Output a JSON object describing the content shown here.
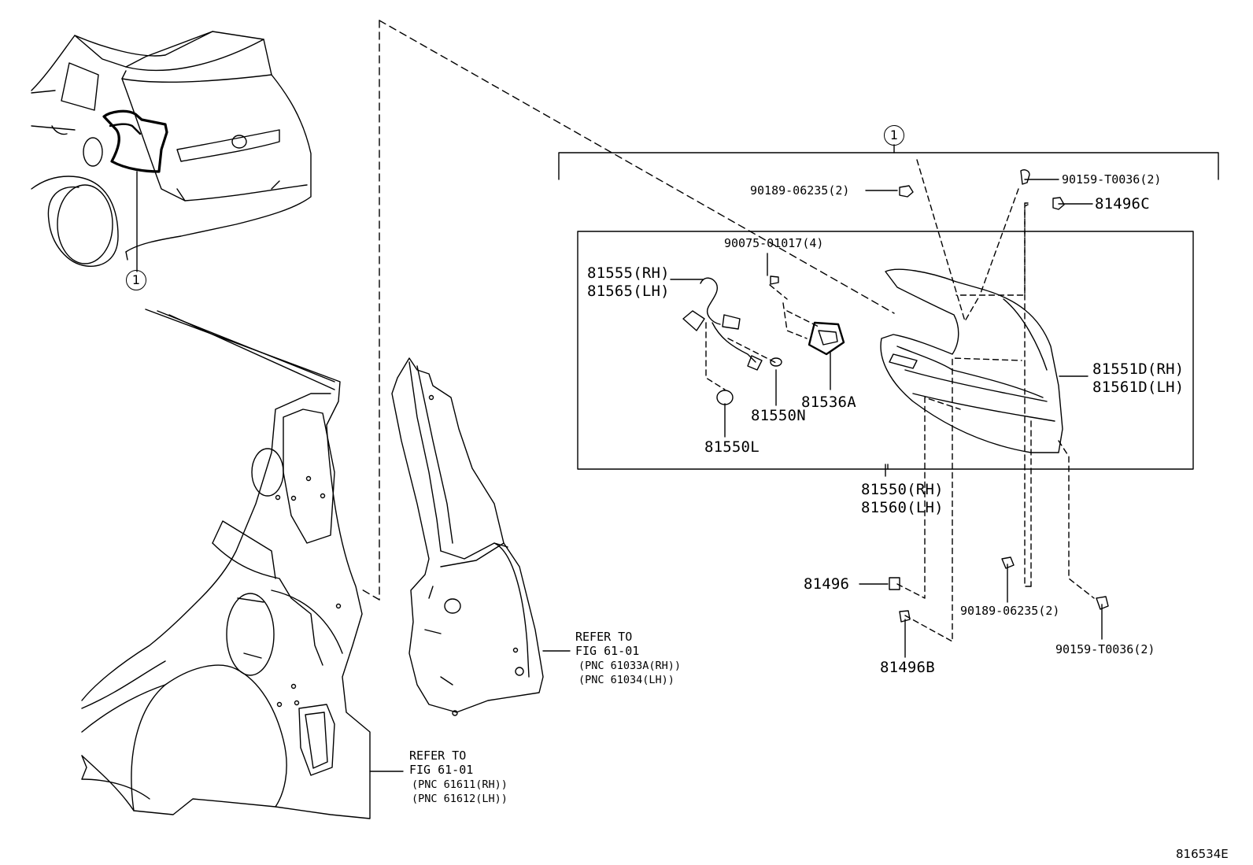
{
  "callout": {
    "ref_1": "1"
  },
  "parts": {
    "p90189_top": "90189-06235(2)",
    "p90159_top": "90159-T0036(2)",
    "p81496C": "81496C",
    "p90075": "90075-01017(4)",
    "p81555": "81555(RH)",
    "p81565": "81565(LH)",
    "p81551D": "81551D(RH)",
    "p81561D": "81561D(LH)",
    "p81550N": "81550N",
    "p81536A": "81536A",
    "p81550L": "81550L",
    "p81550": "81550(RH)",
    "p81560": "81560(LH)",
    "p81496": "81496",
    "p81496B": "81496B",
    "p90189_bot": "90189-06235(2)",
    "p90159_bot": "90159-T0036(2)"
  },
  "refs": {
    "upper": {
      "line1": "REFER TO",
      "line2": "FIG 61-01",
      "pnc1": "(PNC 61033A(RH))",
      "pnc2": "(PNC 61034(LH))"
    },
    "lower": {
      "line1": "REFER TO",
      "line2": "FIG 61-01",
      "pnc1": "(PNC 61611(RH))",
      "pnc2": "(PNC 61612(LH))"
    }
  },
  "figure_id": "816534E"
}
